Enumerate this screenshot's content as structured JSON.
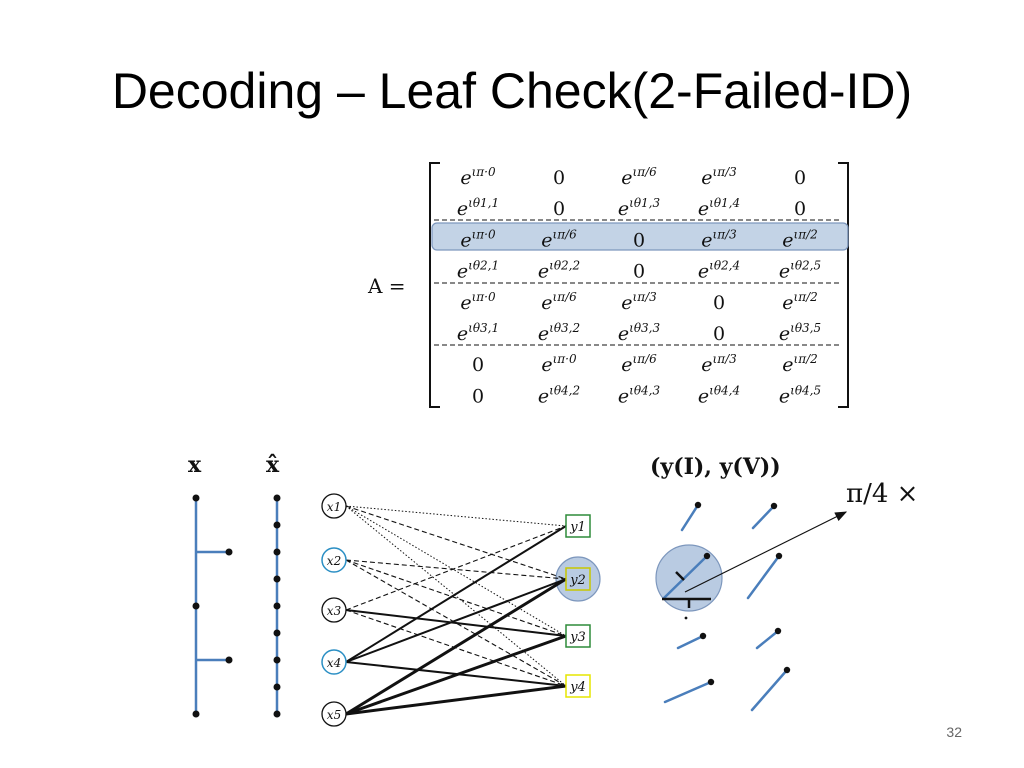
{
  "slide": {
    "title": "Decoding – Leaf Check(2-Failed-ID)",
    "number": "32"
  },
  "matrix": {
    "label": "A =",
    "rows": [
      [
        "eιπ·0",
        "0",
        "eιπ/6",
        "eιπ/3",
        "0"
      ],
      [
        "eιθ1,1",
        "0",
        "eιθ1,3",
        "eιθ1,4",
        "0"
      ],
      [
        "eιπ·0",
        "eιπ/6",
        "0",
        "eιπ/3",
        "eιπ/2"
      ],
      [
        "eιθ2,1",
        "eιθ2,2",
        "0",
        "eιθ2,4",
        "eιθ2,5"
      ],
      [
        "eιπ·0",
        "eιπ/6",
        "eιπ/3",
        "0",
        "eιπ/2"
      ],
      [
        "eιθ3,1",
        "eιθ3,2",
        "eιθ3,3",
        "0",
        "eιθ3,5"
      ],
      [
        "0",
        "eιπ·0",
        "eιπ/6",
        "eιπ/3",
        "eιπ/2"
      ],
      [
        "0",
        "eιθ4,2",
        "eιθ4,3",
        "eιθ4,4",
        "eιθ4,5"
      ]
    ],
    "highlight_row": 2,
    "highlight_color": "#9fb6d4"
  },
  "graph": {
    "x_label": "x",
    "xhat_label": "x̂",
    "x_nodes": [
      "x1",
      "x2",
      "x3",
      "x4",
      "x5"
    ],
    "y_nodes": [
      "y1",
      "y2",
      "y3",
      "y4"
    ],
    "y_colors": [
      "#2e8b3a",
      "#c8c800",
      "#2e8b3a",
      "#e6e600"
    ],
    "x2_color": "#2b8fc4",
    "highlight_node": "y2"
  },
  "vectors": {
    "label": "(y(I),  y(V))",
    "annotation": "π/4 ×",
    "line_color": "#4a7ebb"
  }
}
